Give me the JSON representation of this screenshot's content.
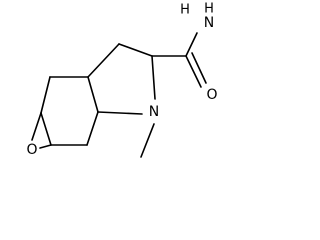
{
  "atoms": {
    "amide_n": "N",
    "amide_h_top": "H",
    "amide_h_bottom": "H",
    "carbonyl_o": "O",
    "ring_n": "N",
    "epoxide_o": "O"
  }
}
